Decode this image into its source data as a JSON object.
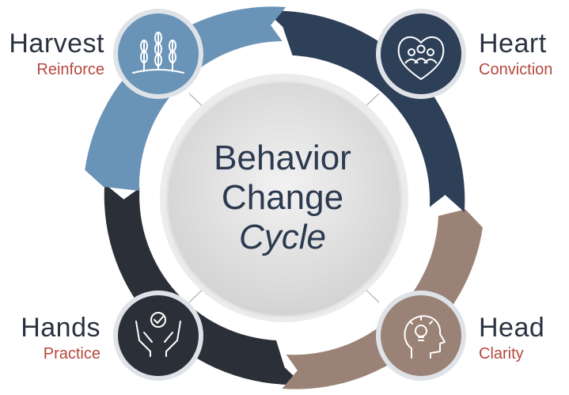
{
  "center": {
    "line1": "Behavior",
    "line2": "Change",
    "line3": "Cycle"
  },
  "stages": {
    "harvest": {
      "title": "Harvest",
      "subtitle": "Reinforce",
      "icon": "wheat-icon"
    },
    "heart": {
      "title": "Heart",
      "subtitle": "Conviction",
      "icon": "heart-people-icon"
    },
    "head": {
      "title": "Head",
      "subtitle": "Clarity",
      "icon": "head-lightbulb-icon"
    },
    "hands": {
      "title": "Hands",
      "subtitle": "Practice",
      "icon": "hands-check-icon"
    }
  },
  "colors": {
    "harvest": "#6a93b8",
    "heart": "#2e3f58",
    "head": "#9a8276",
    "hands": "#2b3038",
    "accent_text": "#b5483e",
    "title_text": "#2b3340",
    "center_text": "#2c3a50"
  }
}
